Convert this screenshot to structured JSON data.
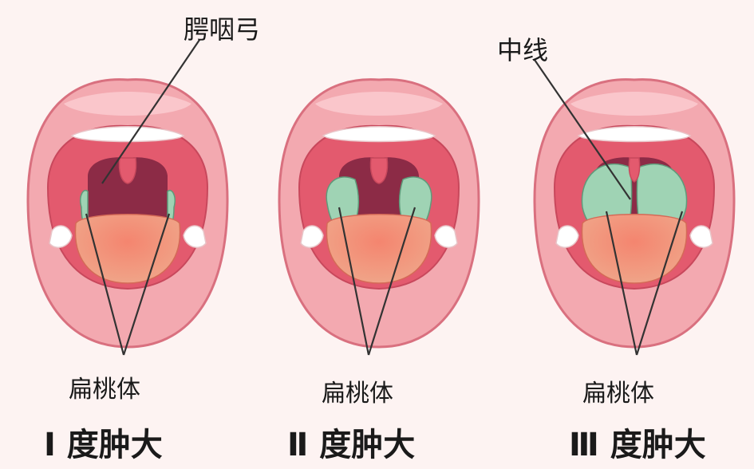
{
  "diagram": {
    "callouts": {
      "palatal_arch": "腭咽弓",
      "midline": "中线"
    },
    "panels": [
      {
        "tonsil_label": "扁桃体",
        "grade_label": "Ⅰ 度肿大"
      },
      {
        "tonsil_label": "扁桃体",
        "grade_label": "Ⅱ 度肿大"
      },
      {
        "tonsil_label": "扁桃体",
        "grade_label": "Ⅲ 度肿大"
      }
    ],
    "colors": {
      "lip": "#f3a9b0",
      "lip_outline": "#d9707f",
      "throat": "#8c2b46",
      "palate": "#e35a6e",
      "tonsil": "#9fd3b4",
      "tongue": "#f08a6f",
      "teeth": "#ffffff",
      "background": "#fdf3f2"
    }
  }
}
